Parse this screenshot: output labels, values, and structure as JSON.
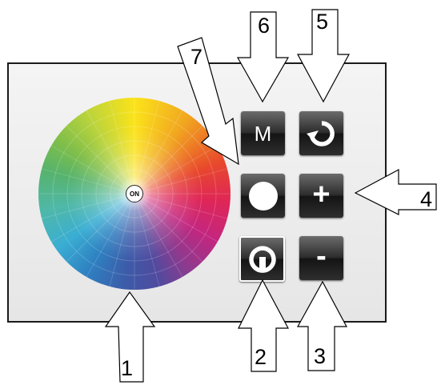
{
  "device": {
    "wheel_center_label": "ON",
    "buttons": {
      "mode": {
        "label": "M",
        "icon": "mode-letter"
      },
      "refresh": {
        "icon": "refresh-icon"
      },
      "white": {
        "icon": "white-circle-icon"
      },
      "brightness_up": {
        "label": "+"
      },
      "power": {
        "icon": "power-icon"
      },
      "brightness_down": {
        "label": "-"
      }
    }
  },
  "callouts": {
    "c1": "1",
    "c2": "2",
    "c3": "3",
    "c4": "4",
    "c5": "5",
    "c6": "6",
    "c7": "7"
  },
  "colors": {
    "button_dark": "#1c1c1c",
    "button_light": "#6b6b6b",
    "panel_background": "#ececec",
    "panel_border": "#1a1a1a"
  }
}
